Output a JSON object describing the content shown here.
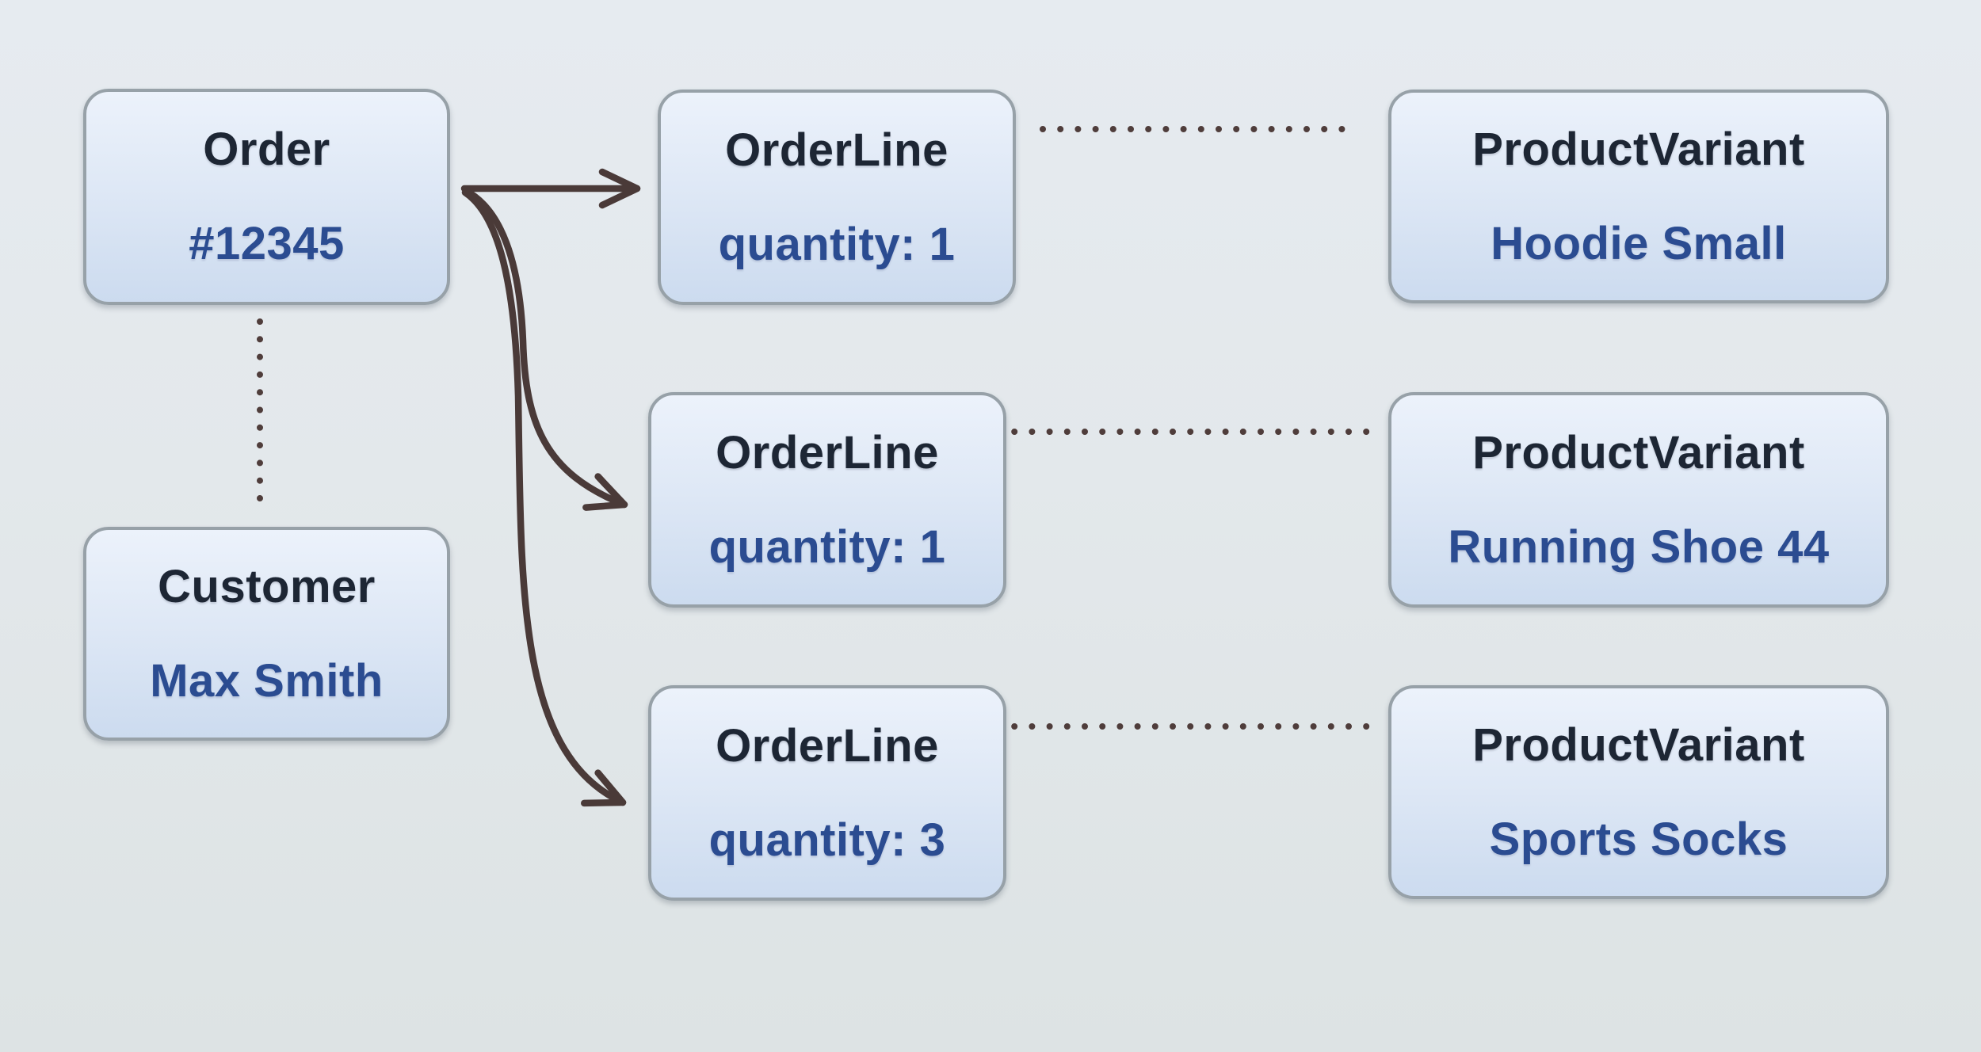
{
  "diagram": {
    "order": {
      "title": "Order",
      "value": "#12345"
    },
    "customer": {
      "title": "Customer",
      "value": "Max Smith"
    },
    "order_lines": [
      {
        "title": "OrderLine",
        "value": "quantity: 1"
      },
      {
        "title": "OrderLine",
        "value": "quantity: 1"
      },
      {
        "title": "OrderLine",
        "value": "quantity: 3"
      }
    ],
    "product_variants": [
      {
        "title": "ProductVariant",
        "value": "Hoodie Small"
      },
      {
        "title": "ProductVariant",
        "value": "Running Shoe 44"
      },
      {
        "title": "ProductVariant",
        "value": "Sports Socks"
      }
    ],
    "connections": [
      {
        "from": "Order #12345",
        "to": "OrderLine quantity: 1 (row 1)",
        "style": "solid-arrow"
      },
      {
        "from": "Order #12345",
        "to": "OrderLine quantity: 1 (row 2)",
        "style": "solid-arrow"
      },
      {
        "from": "Order #12345",
        "to": "OrderLine quantity: 3 (row 3)",
        "style": "solid-arrow"
      },
      {
        "from": "Order #12345",
        "to": "Customer Max Smith",
        "style": "dotted"
      },
      {
        "from": "OrderLine quantity: 1 (row 1)",
        "to": "ProductVariant Hoodie Small",
        "style": "dotted"
      },
      {
        "from": "OrderLine quantity: 1 (row 2)",
        "to": "ProductVariant Running Shoe 44",
        "style": "dotted"
      },
      {
        "from": "OrderLine quantity: 3 (row 3)",
        "to": "ProductVariant Sports Socks",
        "style": "dotted"
      }
    ],
    "colors": {
      "entity_title": "#1d2634",
      "entity_value": "#2b4c91",
      "connector": "#4a3a38",
      "box_border": "#97a1a8",
      "box_fill_top": "#ecf2fb",
      "box_fill_bottom": "#ccdbef",
      "background": "#e2e7eb"
    }
  }
}
